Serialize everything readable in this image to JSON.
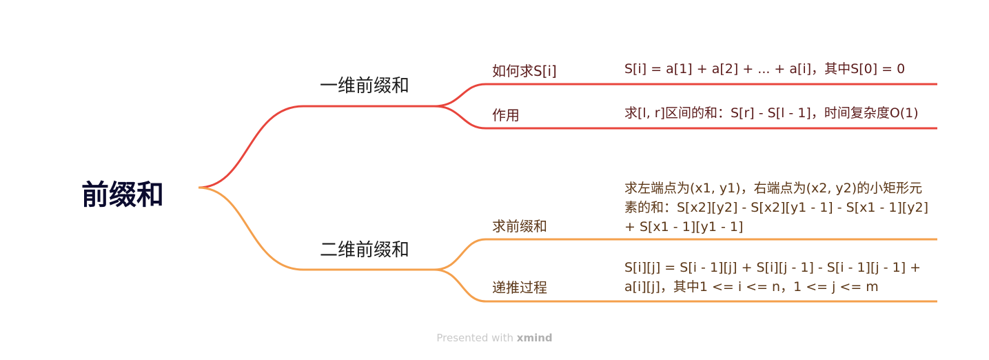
{
  "colors": {
    "red": "#e8453c",
    "orange": "#f4a04d",
    "root_text": "#0b0b2e"
  },
  "root": {
    "label": "前缀和"
  },
  "branches": [
    {
      "label": "一维前缀和",
      "children": [
        {
          "label": "如何求S[i]",
          "detail": "S[i] = a[1] + a[2] + ... + a[i]，其中S[0] = 0"
        },
        {
          "label": "作用",
          "detail": "求[l, r]区间的和：S[r] - S[l - 1]，时间复杂度O(1)"
        }
      ]
    },
    {
      "label": "二维前缀和",
      "children": [
        {
          "label": "求前缀和",
          "detail": "求左端点为(x1, y1)，右端点为(x2, y2)的小矩形元素的和：S[x2][y2] - S[x2][y1 - 1] - S[x1 - 1][y2] + S[x1 - 1][y1 - 1]"
        },
        {
          "label": "递推过程",
          "detail": "S[i][j] = S[i - 1][j] + S[i][j - 1] - S[i - 1][j - 1] + a[i][j]，其中1 <= i <= n，1 <= j <= m"
        }
      ]
    }
  ],
  "footer": {
    "prefix": "Presented with",
    "brand": "xmind"
  }
}
